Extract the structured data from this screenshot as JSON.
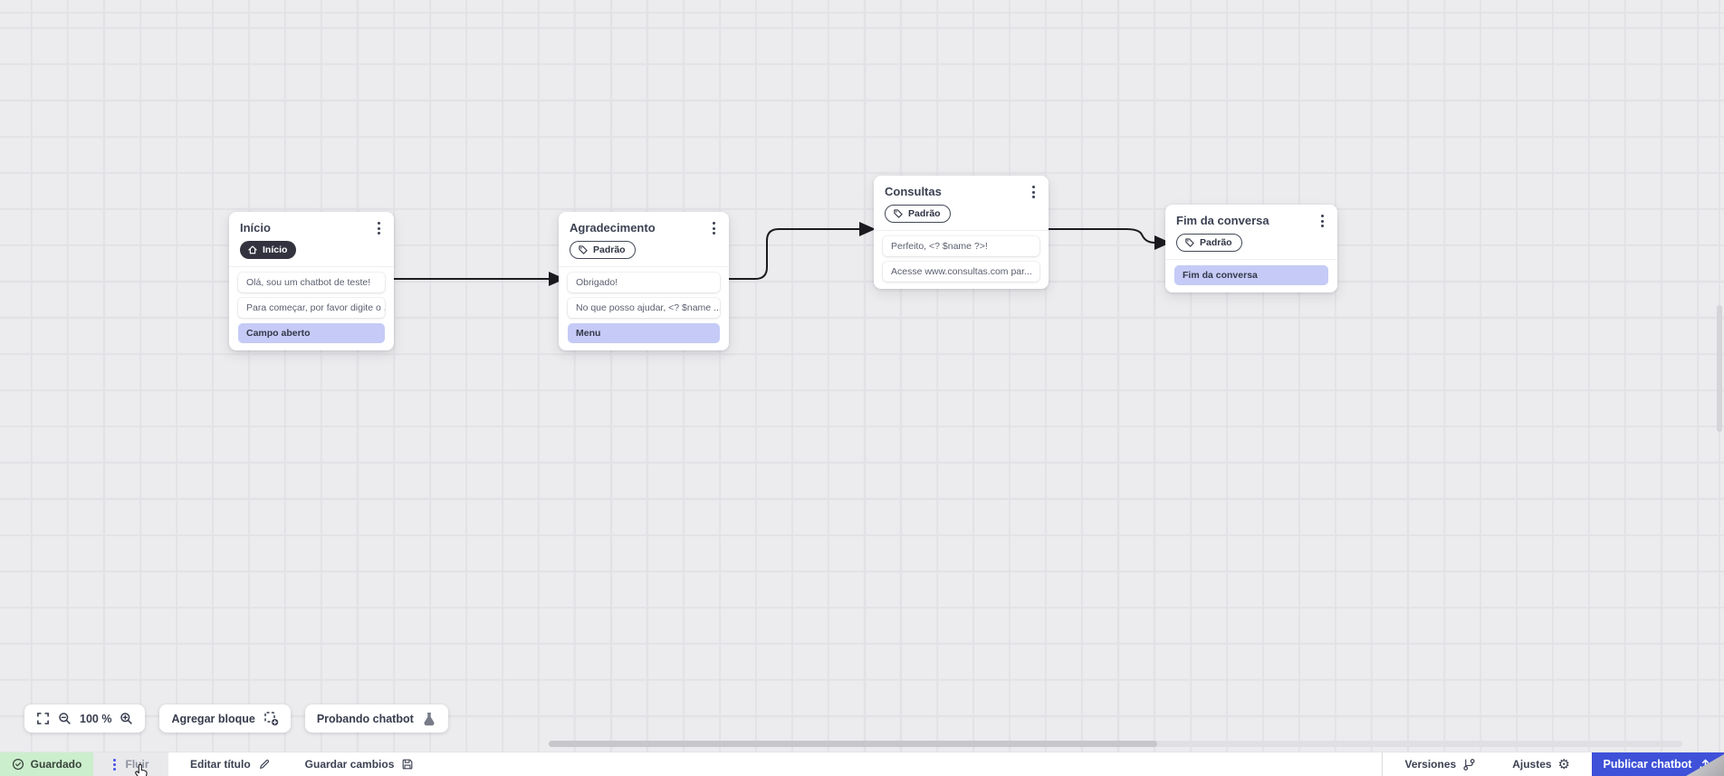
{
  "canvas": {
    "grid": "on",
    "nodes": [
      {
        "title": "Início",
        "badge_label": "Início",
        "badge_icon": "home-icon",
        "rows": [
          {
            "text": "Olá, sou um chatbot de teste!",
            "type": "message"
          },
          {
            "text": "Para começar, por favor digite o ...",
            "type": "message"
          },
          {
            "text": "Campo aberto",
            "type": "highlight"
          }
        ]
      },
      {
        "title": "Agradecimento",
        "badge_label": "Padrão",
        "badge_icon": "tag-icon",
        "rows": [
          {
            "text": "Obrigado!",
            "type": "message"
          },
          {
            "text": "No que posso ajudar, <? $name ...",
            "type": "message"
          },
          {
            "text": "Menu",
            "type": "highlight"
          }
        ]
      },
      {
        "title": "Consultas",
        "badge_label": "Padrão",
        "badge_icon": "tag-icon",
        "rows": [
          {
            "text": "Perfeito, <? $name ?>!",
            "type": "message"
          },
          {
            "text": "Acesse www.consultas.com par...",
            "type": "message"
          }
        ]
      },
      {
        "title": "Fim da conversa",
        "badge_label": "Padrão",
        "badge_icon": "tag-icon",
        "rows": [
          {
            "text": "Fim da conversa",
            "type": "highlight"
          }
        ]
      }
    ]
  },
  "toolbar": {
    "zoom_value": "100 %",
    "add_block_label": "Agregar bloque",
    "test_chatbot_label": "Probando chatbot"
  },
  "statusbar": {
    "saved_label": "Guardado",
    "flow_tab_label": "Fluir",
    "edit_title_label": "Editar título",
    "save_changes_label": "Guardar cambios",
    "versions_label": "Versiones",
    "settings_label": "Ajustes",
    "publish_label": "Publicar chatbot"
  },
  "colors": {
    "accent_blue": "#3e51d8",
    "saved_green_bg": "#cbeecd",
    "highlight_purple": "#c5cbf6",
    "dark_badge_bg": "#32333f",
    "connector": "#1b1b1f",
    "canvas_bg": "#ececee"
  }
}
